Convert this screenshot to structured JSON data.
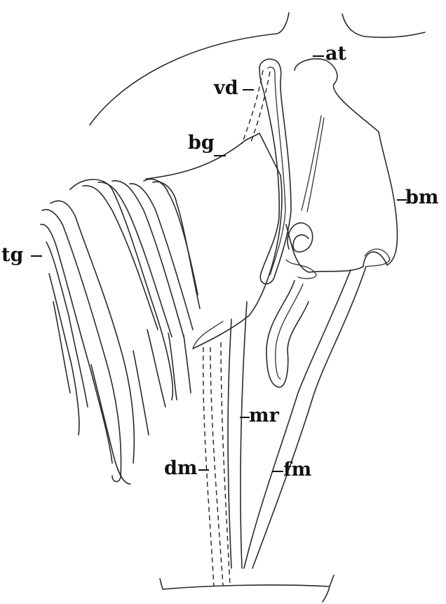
{
  "labels": {
    "at": "at",
    "vd": "vd",
    "bg": "bg",
    "bm": "bm",
    "tg": "tg",
    "mr": "mr",
    "dm": "dm",
    "fm": "fm"
  },
  "style": {
    "ink_color": "#2a2a2a",
    "background": "#ffffff"
  }
}
